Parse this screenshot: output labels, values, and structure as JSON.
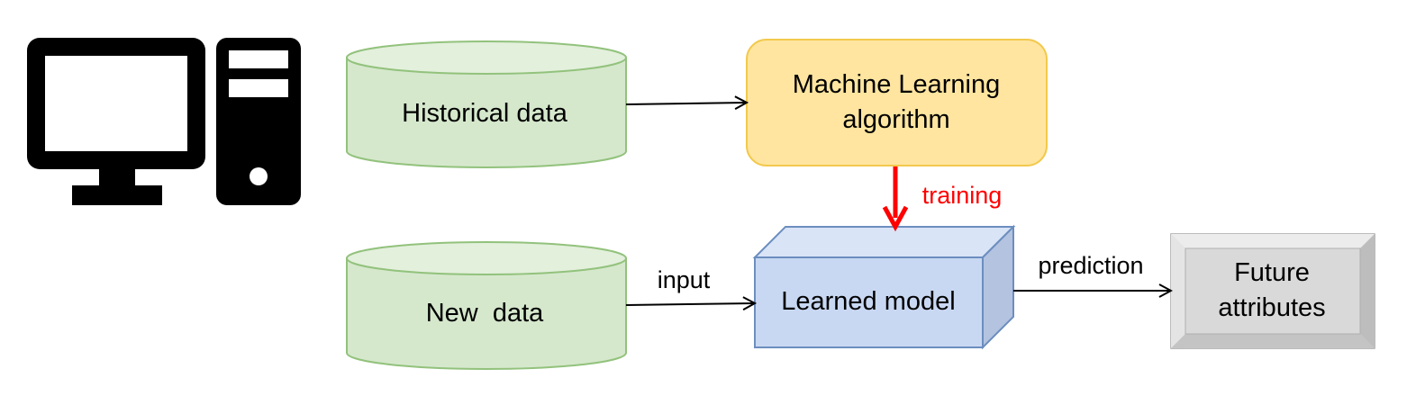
{
  "nodes": {
    "historical_data": {
      "label": "Historical data",
      "shape": "database-cylinder"
    },
    "new_data": {
      "label": "New  data",
      "shape": "database-cylinder"
    },
    "ml_algorithm": {
      "line1": "Machine Learning",
      "line2": "algorithm",
      "shape": "rounded-rectangle"
    },
    "learned_model": {
      "label": "Learned model",
      "shape": "3d-box"
    },
    "future_attributes": {
      "line1": "Future",
      "line2": "attributes",
      "shape": "beveled-button"
    }
  },
  "edges": {
    "training": {
      "from": "ml_algorithm",
      "to": "learned_model",
      "label": "training"
    },
    "input": {
      "from": "new_data",
      "to": "learned_model",
      "label": "input"
    },
    "prediction": {
      "from": "learned_model",
      "to": "future_attributes",
      "label": "prediction"
    },
    "historical_to_ml": {
      "from": "historical_data",
      "to": "ml_algorithm",
      "label": ""
    }
  },
  "icons": {
    "computer": "desktop-computer-icon"
  },
  "colors": {
    "cylinder_fill": "#d5e8cc",
    "cylinder_top": "#e3f0dc",
    "cylinder_stroke": "#92c27c",
    "ml_fill": "#ffe5a0",
    "ml_stroke": "#f2c94c",
    "model_front": "#c9d8f2",
    "model_top": "#d9e4f7",
    "model_side": "#b3c3e0",
    "model_stroke": "#6c8ebf",
    "future_face": "#d9d9d9",
    "future_bevel_light": "#ececec",
    "future_bevel_dark": "#b8b8b8",
    "training_arrow": "#ff0000",
    "arrow": "#000000"
  }
}
